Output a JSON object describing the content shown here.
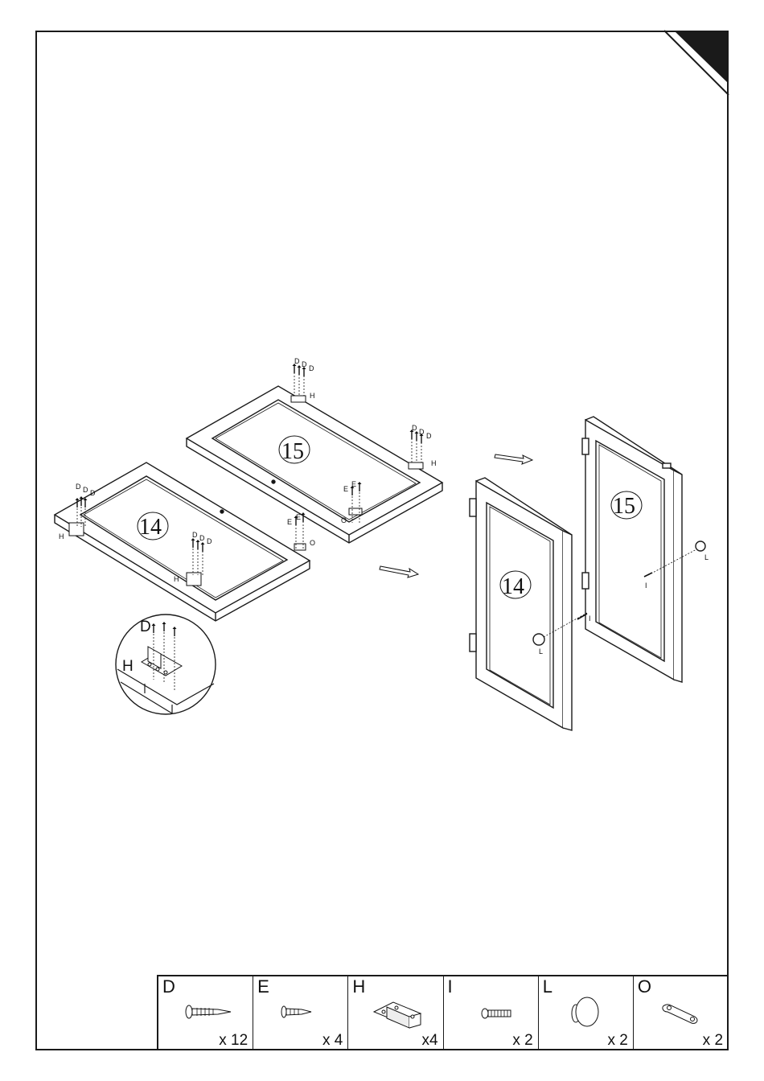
{
  "labels": {
    "panel_14": "14",
    "panel_15": "15",
    "D": "D",
    "E": "E",
    "H": "H",
    "I": "I",
    "L": "L",
    "O": "O"
  },
  "parts": [
    {
      "letter": "D",
      "qty": "x 12",
      "icon": "wood-screw-icon"
    },
    {
      "letter": "E",
      "qty": "x 4",
      "icon": "short-screw-icon"
    },
    {
      "letter": "H",
      "qty": "x4",
      "icon": "hinge-icon"
    },
    {
      "letter": "I",
      "qty": "x 2",
      "icon": "machine-screw-icon"
    },
    {
      "letter": "L",
      "qty": "x 2",
      "icon": "knob-icon"
    },
    {
      "letter": "O",
      "qty": "x 2",
      "icon": "catch-plate-icon"
    }
  ]
}
